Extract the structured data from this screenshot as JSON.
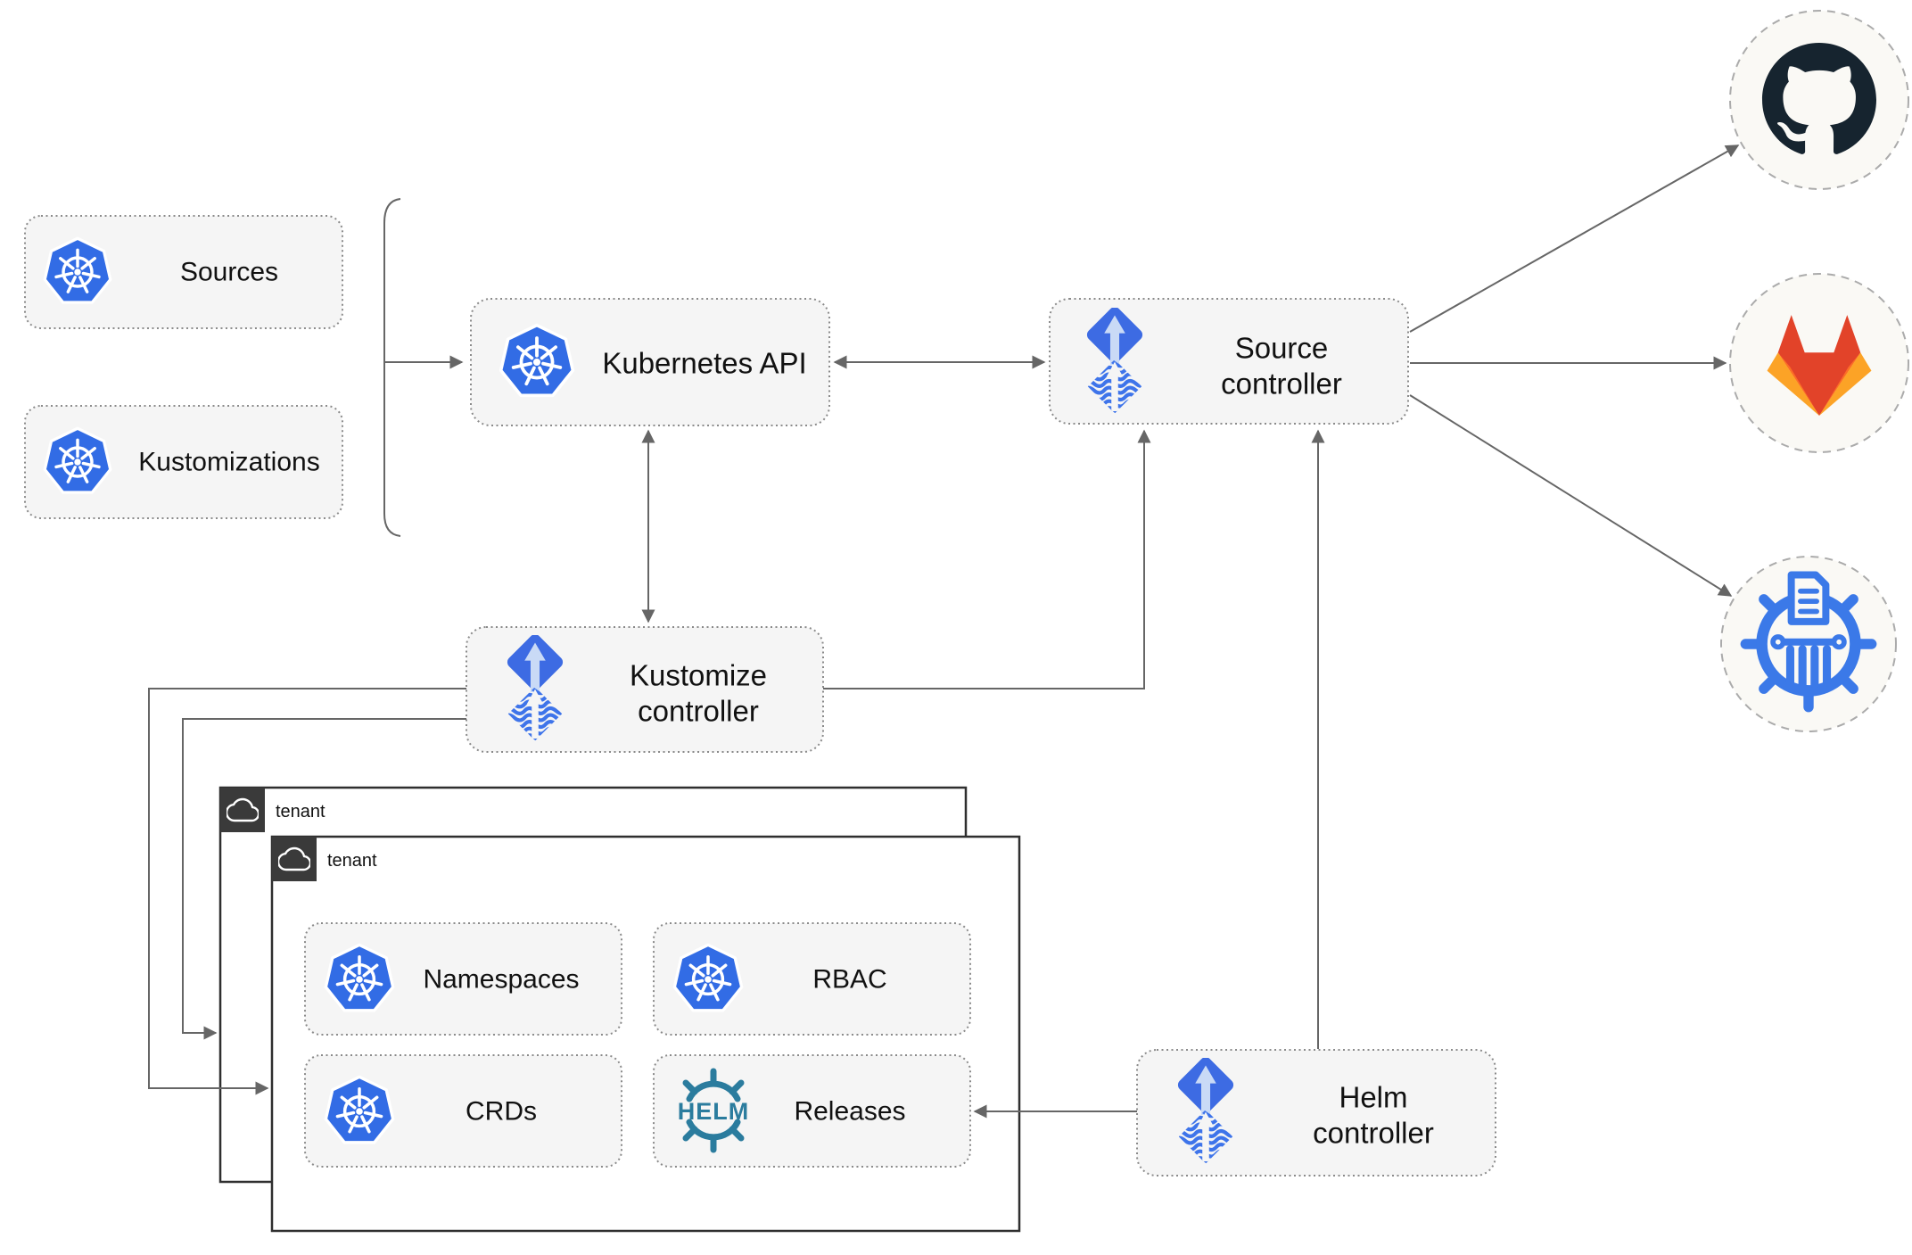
{
  "diagram": {
    "nodes": {
      "sources": {
        "label": "Sources",
        "icon": "kubernetes-icon"
      },
      "kustomizations": {
        "label": "Kustomizations",
        "icon": "kubernetes-icon"
      },
      "kubernetes_api": {
        "label": "Kubernetes API",
        "icon": "kubernetes-icon"
      },
      "source_controller": {
        "label": "Source controller",
        "line1": "Source",
        "line2": "controller",
        "icon": "flux-icon"
      },
      "kustomize_controller": {
        "label": "Kustomize controller",
        "line1": "Kustomize",
        "line2": "controller",
        "icon": "flux-icon"
      },
      "helm_controller": {
        "label": "Helm controller",
        "line1": "Helm",
        "line2": "controller",
        "icon": "flux-icon"
      },
      "namespaces": {
        "label": "Namespaces",
        "icon": "kubernetes-icon"
      },
      "rbac": {
        "label": "RBAC",
        "icon": "kubernetes-icon"
      },
      "crds": {
        "label": "CRDs",
        "icon": "kubernetes-icon"
      },
      "releases": {
        "label": "Releases",
        "icon": "helm-icon",
        "icon_text": "HELM"
      }
    },
    "groups": {
      "outer_tenant": {
        "label": "tenant",
        "icon": "cloud-icon"
      },
      "inner_tenant": {
        "label": "tenant",
        "icon": "cloud-icon"
      }
    },
    "external": {
      "github": {
        "icon": "github-icon"
      },
      "gitlab": {
        "icon": "gitlab-icon"
      },
      "chart_repository": {
        "icon": "helm-chart-museum-icon"
      }
    },
    "colors": {
      "kubernetes_blue": "#326ce5",
      "flux_blue": "#3d6be3",
      "flux_light": "#c9daf6",
      "flux_wave": "#3e74ea",
      "helm_teal": "#2b7c9e",
      "github_dark": "#16242f",
      "gitlab_red": "#e24329",
      "gitlab_orange": "#fc6d26",
      "gitlab_light_orange": "#fca326",
      "chartmuseum_blue": "#3b79e8",
      "line_gray": "#666666",
      "node_fill": "#f5f5f5",
      "node_border": "#8a8a8a",
      "tenant_border": "#2f2f2f",
      "tenant_label_bg": "#3a3a3a",
      "circle_fill": "#faf9f5",
      "circle_border": "#ababab",
      "text_color": "#111111"
    }
  }
}
